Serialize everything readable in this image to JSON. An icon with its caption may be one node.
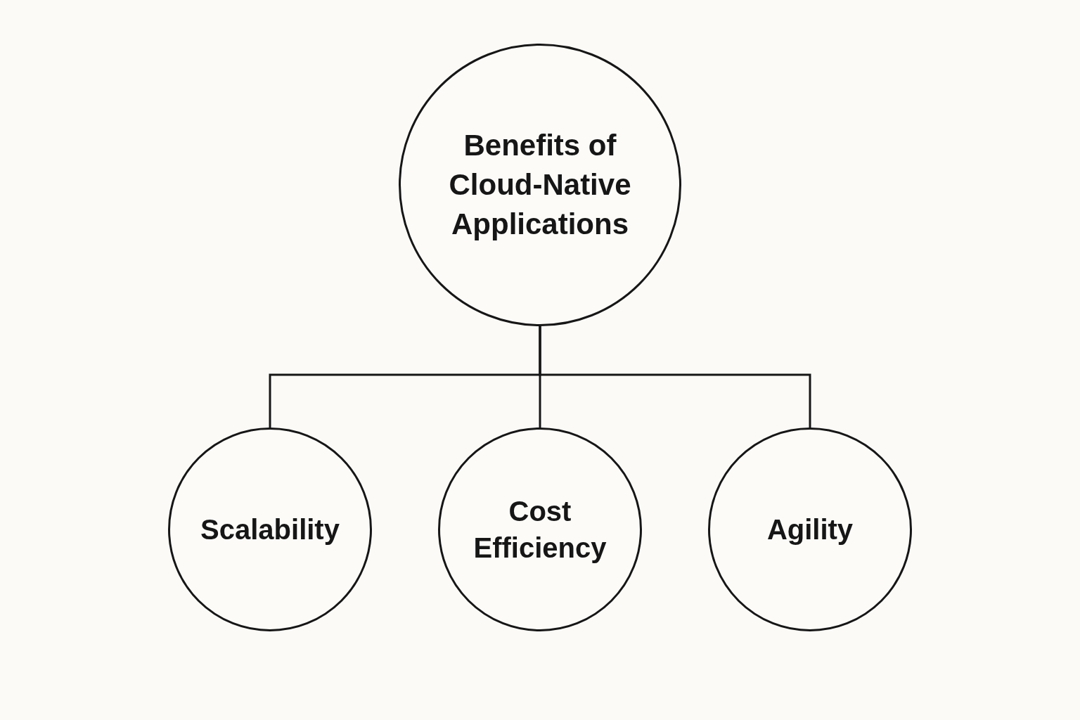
{
  "diagram": {
    "nodes": [
      {
        "text": [
          "Benefits of Cloud-Native Applications"
        ]
      },
      {
        "text": [
          "Scalability"
        ]
      },
      {
        "text": [
          "Cost Efficiency"
        ]
      },
      {
        "text": [
          "Agility"
        ]
      }
    ],
    "edges": [
      {
        "from": 0,
        "to": 1,
        "arrow": "none"
      },
      {
        "from": 0,
        "to": 2,
        "arrow": "none"
      },
      {
        "from": 0,
        "to": 3,
        "arrow": "none"
      }
    ]
  }
}
